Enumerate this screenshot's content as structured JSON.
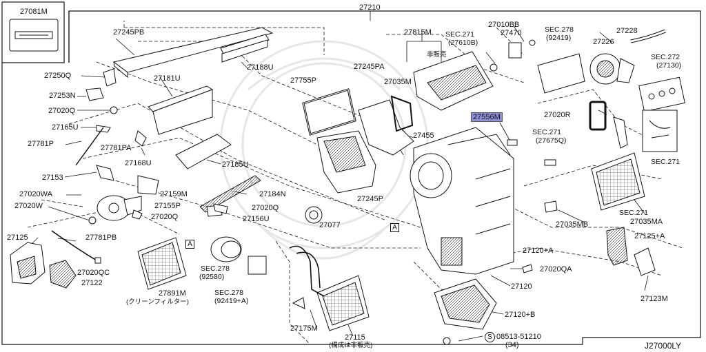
{
  "diagram_id": "J27000LY",
  "main_assembly": "27210",
  "inset_part": "27081M",
  "callout_marker": "A",
  "parts": {
    "p27245PB": "27245PB",
    "p27188U": "27188U",
    "p27250Q": "27250Q",
    "p27181U": "27181U",
    "p27253N": "27253N",
    "p27020Q_a": "27020Q",
    "p27165U": "27165U",
    "p27781P": "27781P",
    "p27781PA": "27781PA",
    "p27168U": "27168U",
    "p27185U": "27185U",
    "p27153": "27153",
    "p27159M": "27159M",
    "p27020WA": "27020WA",
    "p27184N": "27184N",
    "p27155P": "27155P",
    "p27020W": "27020W",
    "p27020Q_b": "27020Q",
    "p27020Q_c": "27020Q",
    "p27156U": "27156U",
    "p27781PB": "27781PB",
    "p27125": "27125",
    "p27020QC": "27020QC",
    "p27122": "27122",
    "p27891M": "27891M",
    "filter_note": "(クリーンフィルター)",
    "p27755P": "27755P",
    "p27245PA": "27245PA",
    "p27035M": "27035M",
    "p27815M": "27815M",
    "not_sold_a": "非販売",
    "p27455": "27455",
    "p27245P": "27245P",
    "p27077": "27077",
    "p27175M": "27175M",
    "p27115": "27115",
    "p27115_note": "(構成は非販売)",
    "sec271_a": "SEC.271",
    "sec271_a_ref": "(27610B)",
    "p27010BB": "27010BB",
    "p27470": "27470",
    "sec278_a": "SEC.278",
    "sec278_a_ref": "(92419)",
    "p27228": "27228",
    "p27226": "27226",
    "sec272": "SEC.272",
    "sec272_ref": "(27130)",
    "p27556M": "27556M",
    "p27020R": "27020R",
    "sec271_b": "SEC.271",
    "sec271_b_ref": "(27675Q)",
    "sec271_c": "SEC.271",
    "sec271_d": "SEC.271",
    "p27035MB": "27035MB",
    "p27035MA": "27035MA",
    "p27125A": "27125+A",
    "p27120A": "27120+A",
    "p27020QA": "27020QA",
    "p27120": "27120",
    "p27120B": "27120+B",
    "p27123M": "27123M",
    "sec278_b": "SEC.278",
    "sec278_b_ref": "(92580)",
    "sec278_c": "SEC.278",
    "sec278_c_ref": "(92419+A)",
    "screw": "08513-51210",
    "screw_qty": "(34)",
    "screw_symbol": "S"
  },
  "colors": {
    "ink": "#111111",
    "highlight": "#8f8fd8",
    "watermark": "#e9e9e9"
  }
}
